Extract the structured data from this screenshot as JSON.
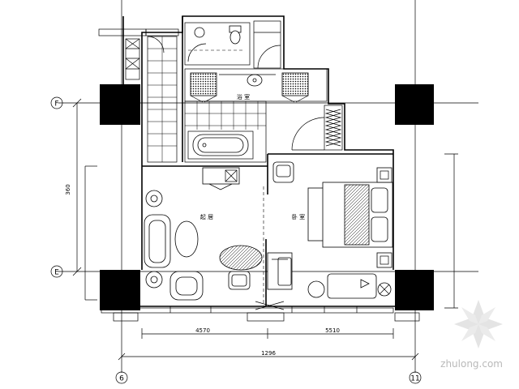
{
  "axes": {
    "F": "F",
    "E": "E",
    "six": "6",
    "eleven": "11"
  },
  "dimensions": {
    "overall": "1296",
    "left_vertical": "360",
    "bottom_left_segment": "4570",
    "bottom_right_segment": "5510"
  },
  "rooms": {
    "living_label": "起 居",
    "bedroom_label": "卧 室",
    "bathroom_label": "浴 室"
  },
  "watermark": {
    "text": "zhulong.com"
  }
}
